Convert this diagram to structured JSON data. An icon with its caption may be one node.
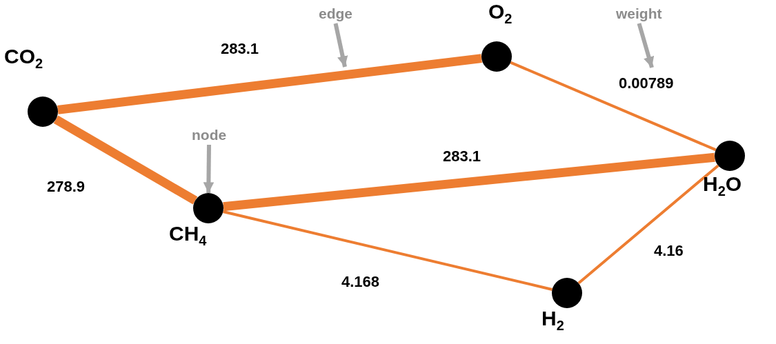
{
  "diagram": {
    "nodes": [
      {
        "text": [
          "edge"
        ]
      },
      {
        "text": [
          "O$_{2}$"
        ]
      },
      {
        "text": [
          "weight"
        ]
      },
      {
        "text": [
          "CO$_{2}$"
        ]
      },
      {
        "text": [
          "node"
        ]
      },
      {
        "text": [
          "H$_{2}$O"
        ]
      },
      {
        "text": [
          "CH$_{4}$"
        ]
      },
      {
        "text": [
          "H$_{2}$"
        ]
      }
    ],
    "edges": [
      {
        "from": 3,
        "to": 1,
        "arrow": "none",
        "label": "283.1",
        "style": "thick"
      },
      {
        "from": 1,
        "to": 5,
        "arrow": "none",
        "label": "0.00789"
      },
      {
        "from": 3,
        "to": 6,
        "arrow": "none",
        "label": "278.9",
        "style": "thick"
      },
      {
        "from": 6,
        "to": 5,
        "arrow": "none",
        "label": "283.1",
        "style": "thick"
      },
      {
        "from": 6,
        "to": 7,
        "arrow": "none",
        "label": "4.168"
      },
      {
        "from": 7,
        "to": 5,
        "arrow": "none",
        "label": "4.16"
      },
      {
        "from": 0,
        "to": null,
        "arrow": "to",
        "color": "#a6a6a6"
      },
      {
        "from": 4,
        "to": 6,
        "arrow": "to",
        "color": "#a6a6a6"
      },
      {
        "from": 2,
        "to": null,
        "arrow": "to",
        "color": "#a6a6a6"
      }
    ]
  }
}
